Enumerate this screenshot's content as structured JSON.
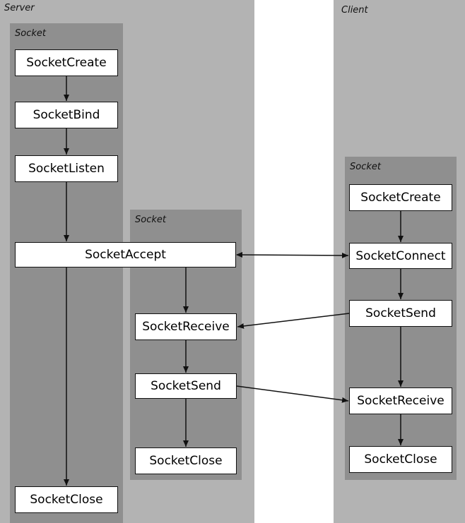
{
  "server": {
    "title": "Server",
    "socket_group_title": "Socket",
    "nodes": {
      "create": "SocketCreate",
      "bind": "SocketBind",
      "listen": "SocketListen",
      "accept": "SocketAccept",
      "close": "SocketClose"
    },
    "accepted_socket": {
      "group_title": "Socket",
      "nodes": {
        "receive": "SocketReceive",
        "send": "SocketSend",
        "close": "SocketClose"
      }
    }
  },
  "client": {
    "title": "Client",
    "socket_group_title": "Socket",
    "nodes": {
      "create": "SocketCreate",
      "connect": "SocketConnect",
      "send": "SocketSend",
      "receive": "SocketReceive",
      "close": "SocketClose"
    }
  },
  "colors": {
    "column_bg": "#b3b3b3",
    "group_bg": "#8f8f8f",
    "node_bg": "#ffffff",
    "line": "#111111"
  }
}
